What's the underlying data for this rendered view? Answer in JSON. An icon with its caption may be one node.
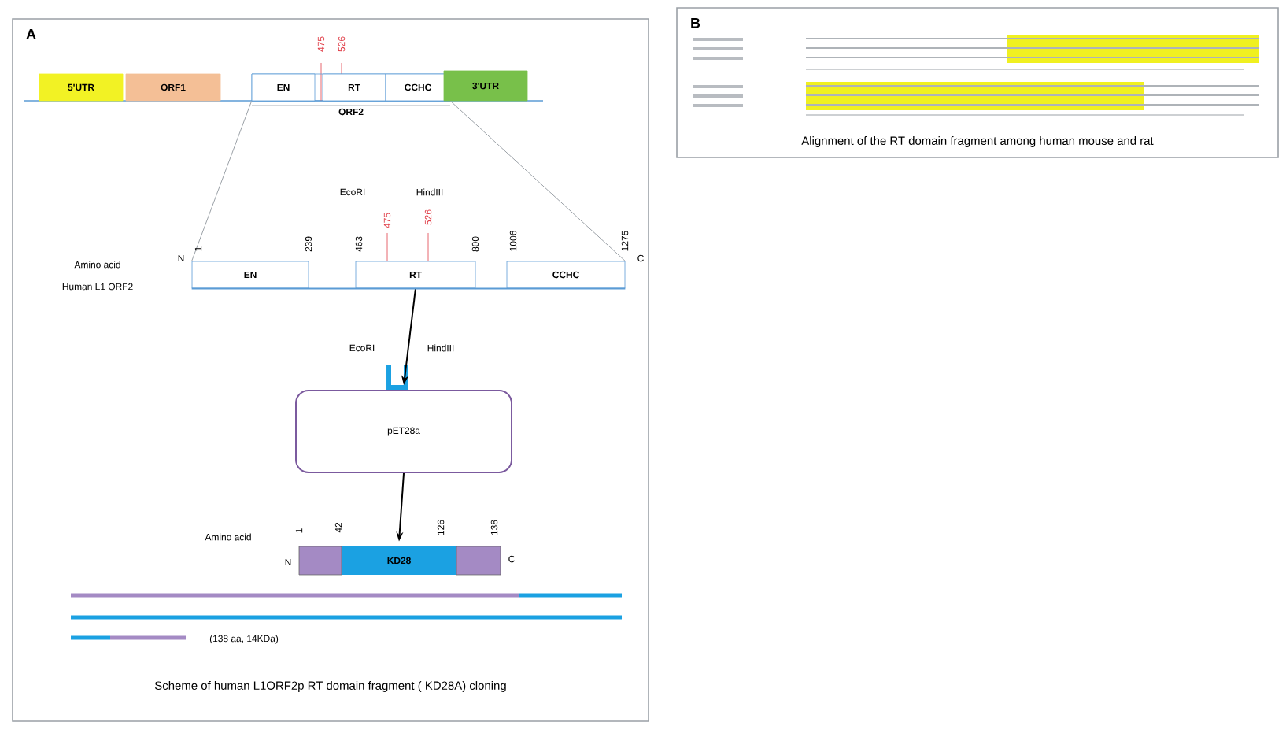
{
  "diagram": {
    "nodes": [
      {
        "text": [
          "A",
          "Scheme of  human L1ORF2p RT domain fragment  ( KD28A) cloning"
        ]
      },
      {
        "text": [
          "5'UTR"
        ],
        "in": 0
      },
      {
        "text": [
          "ORF1"
        ],
        "in": 0
      },
      {
        "text": [
          "ORF2"
        ],
        "in": 0
      },
      {
        "text": [
          "EN"
        ],
        "in": 3
      },
      {
        "text": [
          "RT"
        ],
        "in": 3
      },
      {
        "text": [
          "CCHC"
        ],
        "in": 3
      },
      {
        "text": [
          "3'UTR"
        ],
        "in": 0
      },
      {
        "text": [
          "EN"
        ],
        "in": 0
      },
      {
        "text": [
          "RT"
        ],
        "in": 0
      },
      {
        "text": [
          "CCHC"
        ],
        "in": 0
      },
      {
        "text": [
          "pET28a"
        ],
        "in": 0
      },
      {
        "text": [
          "KD28"
        ],
        "in": 0
      },
      {
        "text": [
          "B",
          "Alignment of  the RT domain fragment among human mouse and rat"
        ]
      }
    ],
    "edges": [
      {
        "from": 9,
        "to": 11,
        "arrow": "to"
      },
      {
        "from": 11,
        "to": 12,
        "arrow": "to"
      },
      {
        "from": 3,
        "to": 8,
        "arrow": "none",
        "color": "#9aa0a6"
      },
      {
        "from": 3,
        "to": 10,
        "arrow": "none",
        "color": "#9aa0a6"
      },
      {
        "from": 8,
        "to": 10,
        "arrow": "none",
        "color": "#5b9bd5"
      }
    ],
    "labels": [
      "475",
      "526",
      "EcoRI",
      "HindIII",
      "475",
      "526",
      "N",
      "1",
      "239",
      "463",
      "800",
      "1006",
      "1275",
      "C",
      "Amino acid",
      "Human L1 ORF2",
      "EcoRI",
      "HindIII",
      "Amino acid",
      "1",
      "42",
      "126",
      "138",
      "N",
      "C",
      "(138 aa, 14KDa)"
    ]
  }
}
